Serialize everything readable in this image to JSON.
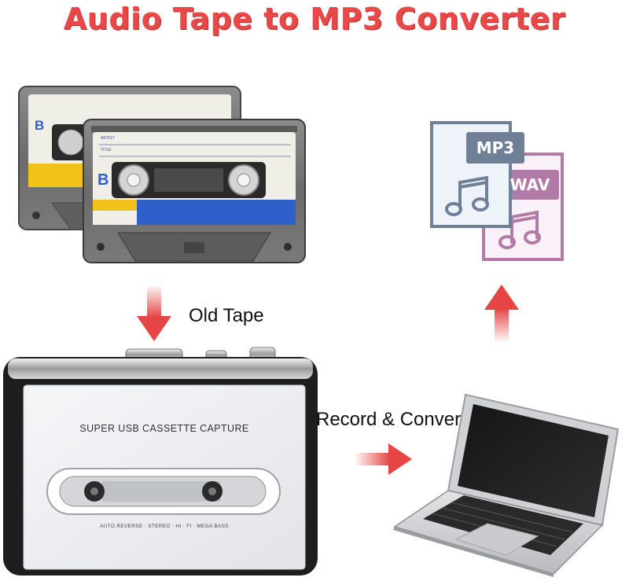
{
  "title": "Audio Tape to MP3 Converter",
  "labels": {
    "old_tape": "Old Tape",
    "record_convert": "Record & Convert"
  },
  "cassette": {
    "side": "B",
    "line1": "ARTIST",
    "line2": "TITLE"
  },
  "player": {
    "caption": "SUPER USB CASSETTE CAPTURE",
    "subcaption": "AUTO REVERSE · STEREO · HI · FI · MEGA BASS"
  },
  "files": {
    "mp3": "MP3",
    "wav": "WAV"
  },
  "colors": {
    "title": "#e84848",
    "arrow": "#e64545",
    "mp3_badge": "#6e7f96",
    "wav_badge": "#b27aa6",
    "tape_blue": "#2f5fc8",
    "tape_yellow": "#f2c21b"
  }
}
